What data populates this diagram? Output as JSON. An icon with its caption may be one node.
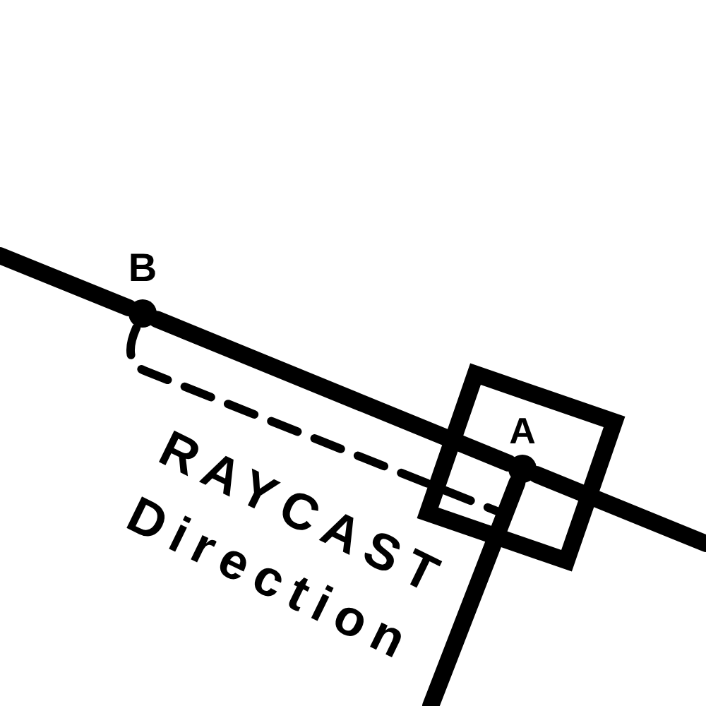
{
  "diagram": {
    "nodes": [
      {
        "text": [
          "B"
        ]
      },
      {
        "text": [],
        "shape": "box"
      },
      {
        "text": [
          "A"
        ],
        "in": 1
      }
    ],
    "edges": [
      {
        "from": null,
        "to": 0,
        "arrow": "none"
      },
      {
        "from": 0,
        "to": 2,
        "arrow": "none"
      },
      {
        "from": 2,
        "to": null,
        "arrow": "none"
      },
      {
        "from": 2,
        "to": null,
        "arrow": "none"
      },
      {
        "from": 0,
        "to": null,
        "arrow": "none",
        "style": "dashed",
        "label": "RAYCAST Direction"
      }
    ]
  }
}
